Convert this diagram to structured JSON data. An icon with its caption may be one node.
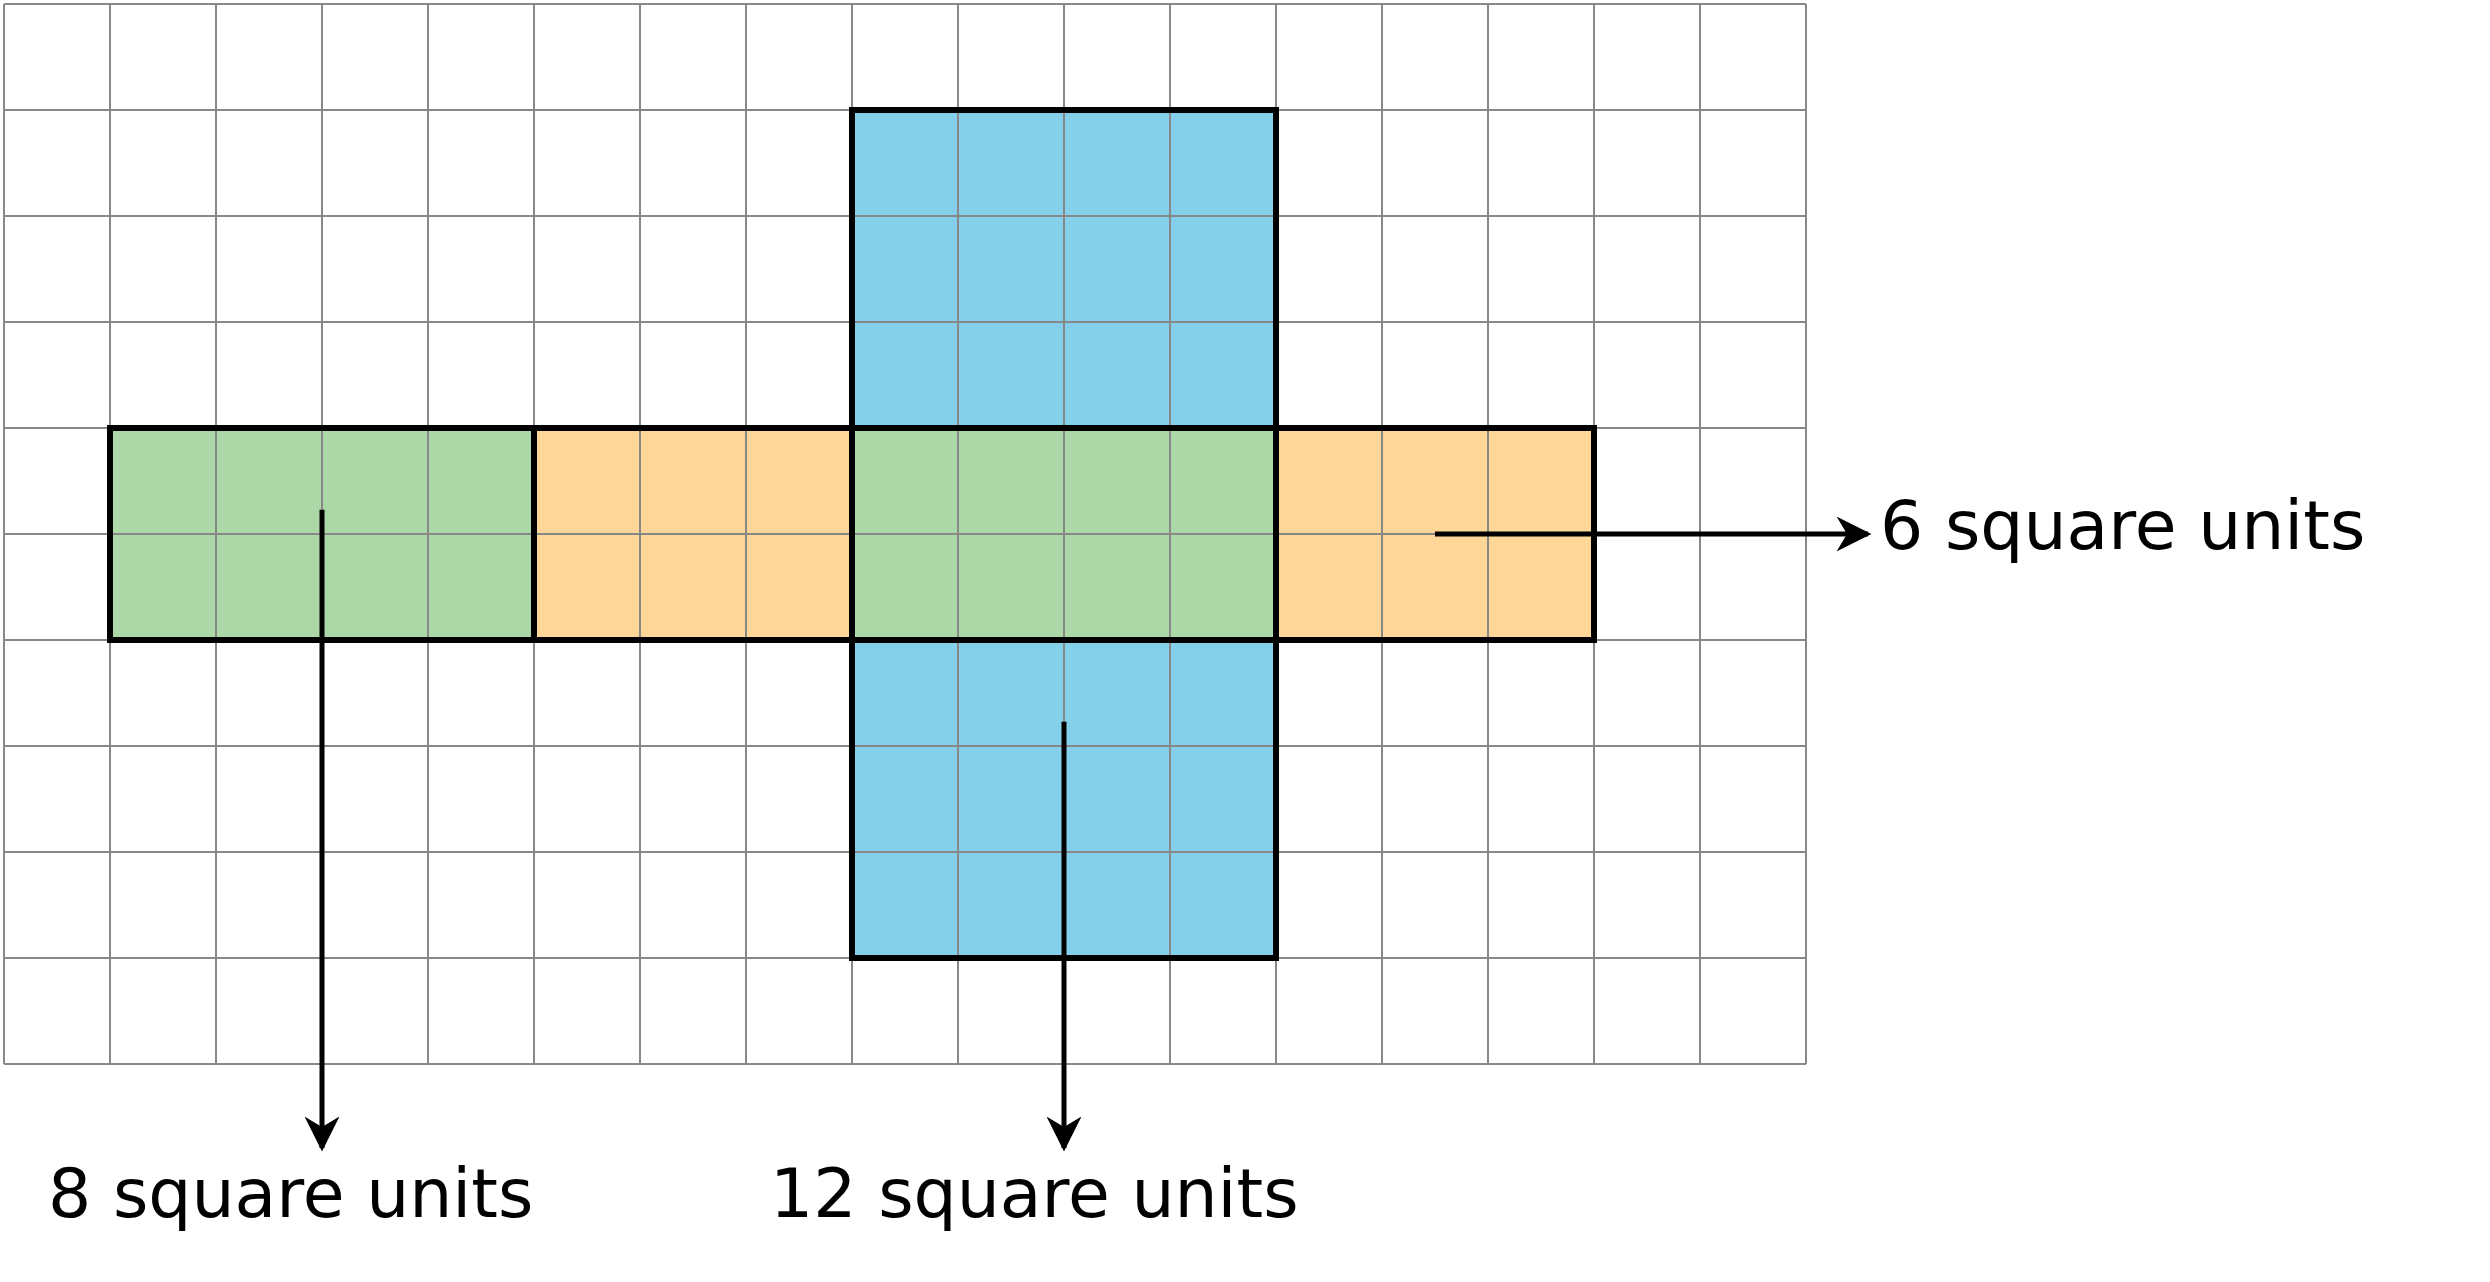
{
  "diagram": {
    "nodes": [
      {
        "text": [],
        "shape": "box"
      },
      {
        "text": [],
        "shape": "box"
      },
      {
        "text": [],
        "shape": "box"
      },
      {
        "text": [],
        "shape": "box"
      },
      {
        "text": [],
        "shape": "box"
      },
      {
        "text": [],
        "shape": "box"
      },
      {
        "text": [
          "6 square units"
        ]
      },
      {
        "text": [
          "8 square units"
        ]
      },
      {
        "text": [
          "12 square units"
        ]
      }
    ],
    "edges": [
      {
        "from": 4,
        "to": 6,
        "arrow": "to"
      },
      {
        "from": 1,
        "to": 7,
        "arrow": "to"
      },
      {
        "from": 5,
        "to": 8,
        "arrow": "to"
      }
    ]
  }
}
